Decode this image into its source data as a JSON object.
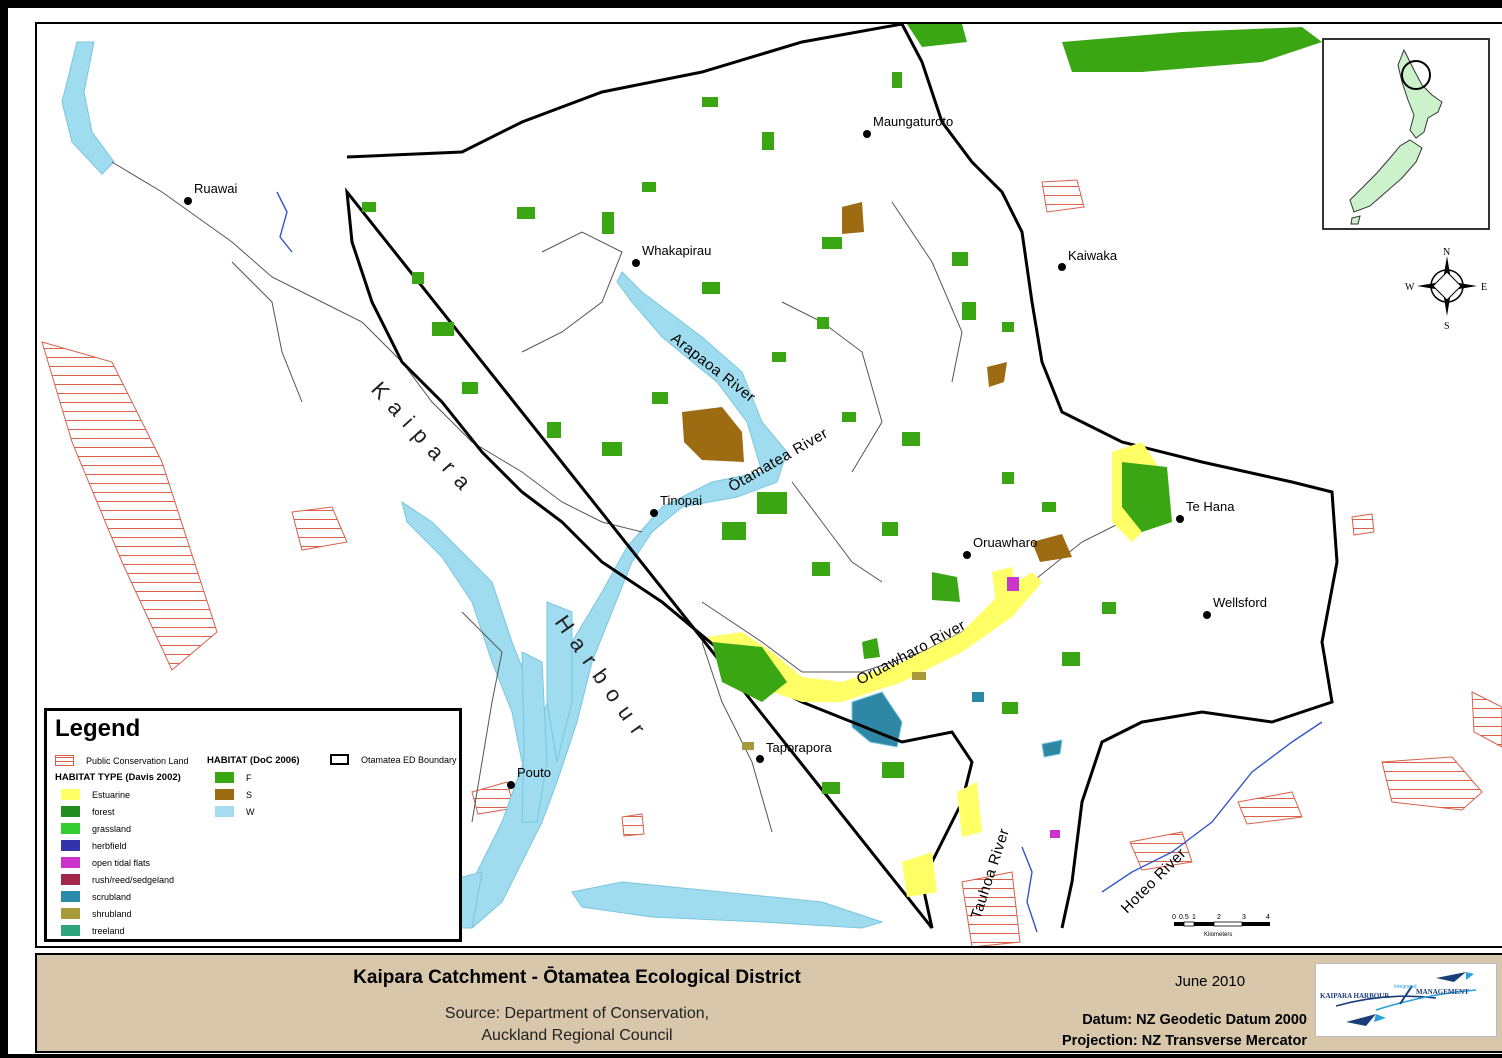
{
  "map": {
    "title": "Kaipara Catchment - Ōtamatea Ecological District",
    "source_line1": "Source: Department of Conservation,",
    "source_line2": "Auckland Regional Council",
    "date": "June 2010",
    "datum": "Datum: NZ Geodetic Datum 2000",
    "projection": "Projection: NZ Transverse Mercator"
  },
  "places": {
    "maungaturoto": "Maungaturoto",
    "ruawai": "Ruawai",
    "whakapirau": "Whakapirau",
    "kaiwaka": "Kaiwaka",
    "tinopai": "Tinopai",
    "te_hana": "Te Hana",
    "oruawharo": "Oruawharo",
    "wellsford": "Wellsford",
    "pouto": "Pouto",
    "taporapora": "Taporapora"
  },
  "rivers": {
    "arapaoa": "Arapaoa River",
    "otamatea": "Ōtamatea River",
    "oruawharo": "Oruawharo River",
    "tauhoa": "Tauhoa River",
    "hoteo": "Hoteo River"
  },
  "harbour": {
    "word1": "Kaipara",
    "word2": "Harbour"
  },
  "compass": {
    "n": "N",
    "s": "S",
    "e": "E",
    "w": "W"
  },
  "scale": {
    "ticks": [
      "0",
      "0.5",
      "1",
      "2",
      "3",
      "4"
    ],
    "unit": "Kilometers"
  },
  "legend": {
    "title": "Legend",
    "conservation_label": "Public Conservation Land",
    "habitat_doc_heading": "HABITAT (DoC 2006)",
    "boundary_label": "Otamatea ED Boundary",
    "habitat_type_heading": "HABITAT TYPE (Davis 2002)",
    "davis_items": [
      {
        "label": "Estuarine",
        "color": "#ffff66"
      },
      {
        "label": "forest",
        "color": "#228b22"
      },
      {
        "label": "grassland",
        "color": "#33cc33"
      },
      {
        "label": "herbfield",
        "color": "#3333aa"
      },
      {
        "label": "open tidal flats",
        "color": "#cc33cc"
      },
      {
        "label": "rush/reed/sedgeland",
        "color": "#a3264d"
      },
      {
        "label": "scrubland",
        "color": "#2a8aa8"
      },
      {
        "label": "shrubland",
        "color": "#a89a3a"
      },
      {
        "label": "treeland",
        "color": "#2fa57e"
      }
    ],
    "doc_items": [
      {
        "label": "F",
        "color": "#3aa614"
      },
      {
        "label": "S",
        "color": "#9c6b12"
      },
      {
        "label": "W",
        "color": "#a6dcf0"
      }
    ]
  },
  "logo": {
    "left_text": "KAIPARA HARBOUR",
    "right_text": "MANAGEMENT",
    "small_text": "Integrated"
  },
  "colors": {
    "water": "#9fdcef",
    "forest": "#3aa614",
    "shrub": "#9c6b12",
    "estuarine": "#ffff66",
    "conservation": "#cc5533",
    "title_block": "#d8c7aa",
    "inset_land": "#ccf2cc"
  }
}
